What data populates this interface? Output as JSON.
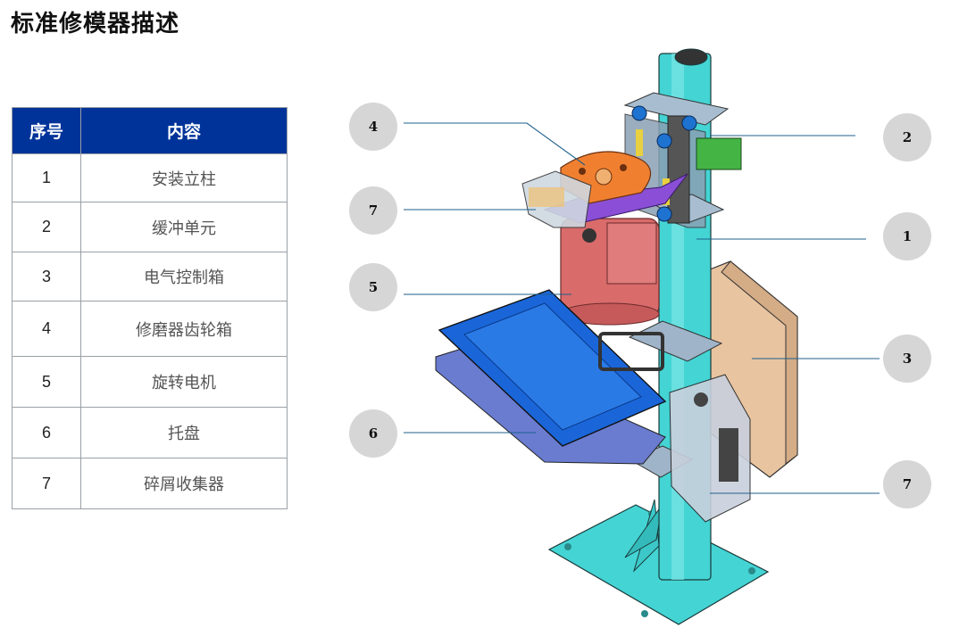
{
  "page": {
    "title": "标准修模器描述"
  },
  "table": {
    "headers": [
      "序号",
      "内容"
    ],
    "rows": [
      {
        "no": "1",
        "name": "安装立柱"
      },
      {
        "no": "2",
        "name": "缓冲单元"
      },
      {
        "no": "3",
        "name": "电气控制箱"
      },
      {
        "no": "4",
        "name": "修磨器齿轮箱"
      },
      {
        "no": "5",
        "name": "旋转电机"
      },
      {
        "no": "6",
        "name": "托盘"
      },
      {
        "no": "7",
        "name": "碎屑收集器"
      }
    ]
  },
  "callouts": [
    "4",
    "7",
    "5",
    "6",
    "2",
    "1",
    "3",
    "7"
  ],
  "colors": {
    "header_bg": "#003399",
    "bubble": "#d6d6d6",
    "leader": "#1f5f8b",
    "column": "#44d4d4",
    "tray": "#1a66d9",
    "motor": "#d96b6b",
    "box": "#e8c4a0",
    "gearbox": "#f08030"
  }
}
